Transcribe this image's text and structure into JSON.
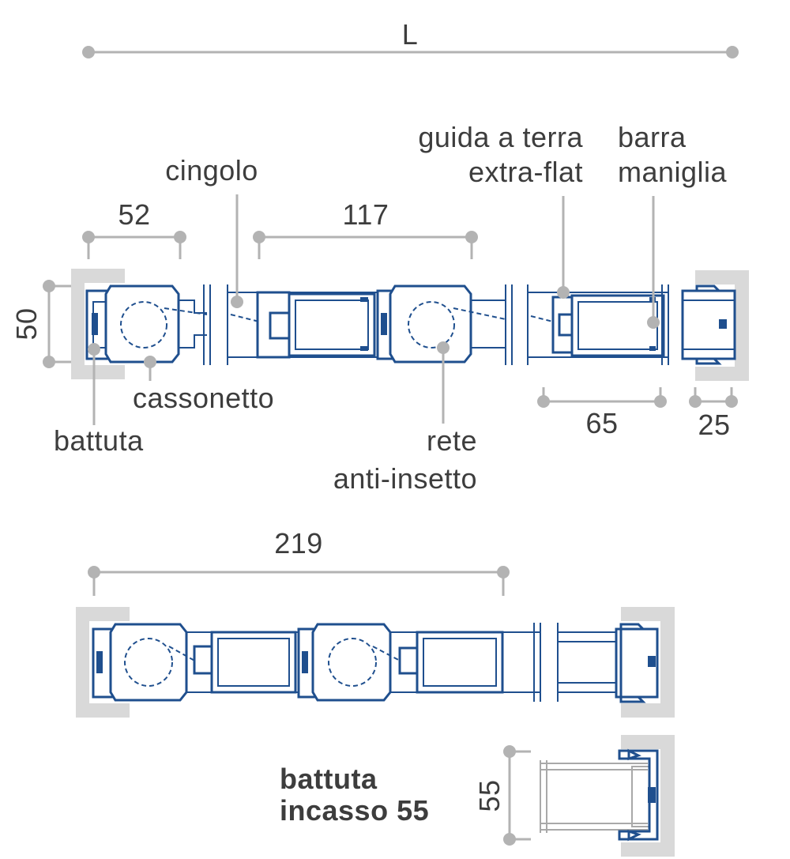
{
  "dimensions": {
    "total_length": "L",
    "width_52": "52",
    "width_117": "117",
    "height_50": "50",
    "width_65": "65",
    "width_25": "25",
    "width_219": "219",
    "height_55": "55"
  },
  "labels": {
    "cingolo": "cingolo",
    "guida_line1": "guida a terra",
    "guida_line2": "extra-flat",
    "barra_line1": "barra",
    "barra_line2": "maniglia",
    "cassonetto": "cassonetto",
    "battuta": "battuta",
    "rete_line1": "rete",
    "rete_line2": "anti-insetto"
  },
  "detail": {
    "title_line1": "battuta",
    "title_line2": "incasso 55"
  },
  "colors": {
    "profile": "#1f4f8e",
    "wall": "#d9d9d9",
    "dimension": "#b3b3b3",
    "text": "#3d3d3d"
  }
}
